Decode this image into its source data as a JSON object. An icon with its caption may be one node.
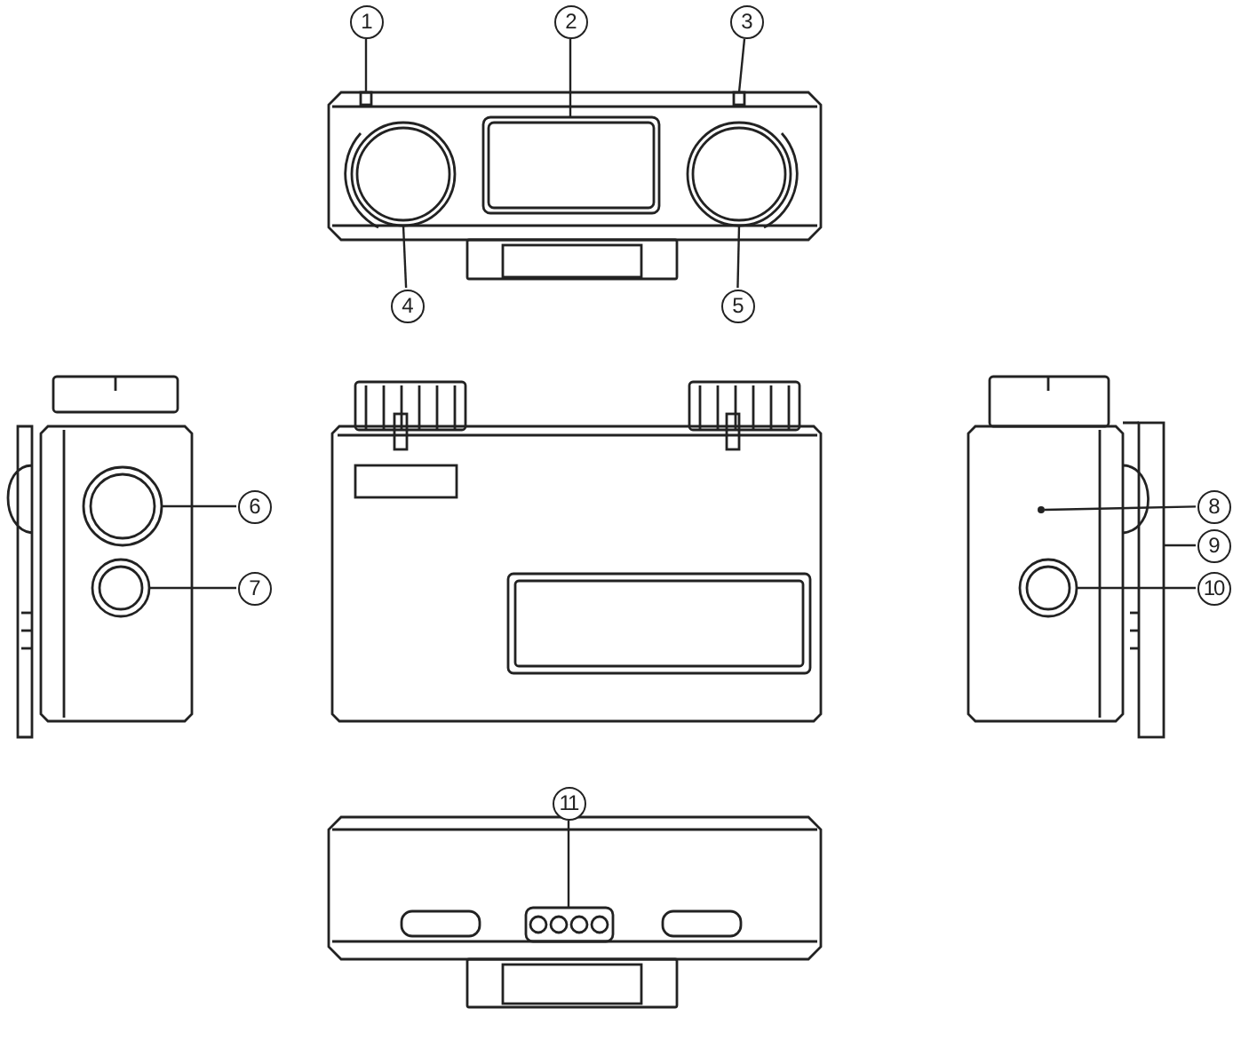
{
  "diagram": {
    "nodes": [
      {
        "text": [
          "1"
        ]
      },
      {
        "text": [
          "2"
        ]
      },
      {
        "text": [
          "3"
        ]
      },
      {
        "text": [
          "4"
        ]
      },
      {
        "text": [
          "5"
        ]
      },
      {
        "text": [
          "6"
        ]
      },
      {
        "text": [
          "7"
        ]
      },
      {
        "text": [
          "8"
        ]
      },
      {
        "text": [
          "9"
        ]
      },
      {
        "text": [
          "10"
        ]
      },
      {
        "text": [
          "11"
        ]
      },
      {
        "text": [],
        "shape": "box"
      },
      {
        "text": [],
        "shape": "box"
      },
      {
        "text": [],
        "shape": "box"
      },
      {
        "text": [],
        "shape": "circle"
      },
      {
        "text": [],
        "shape": "circle"
      },
      {
        "text": [],
        "shape": "circle"
      },
      {
        "text": [],
        "shape": "circle"
      },
      {
        "text": [],
        "shape": "circle"
      },
      {
        "text": [],
        "shape": "bar"
      },
      {
        "text": [],
        "shape": "circle"
      },
      {
        "text": [],
        "shape": "box"
      }
    ],
    "edges": [
      {
        "from": 0,
        "to": 11,
        "arrow": "none"
      },
      {
        "from": 1,
        "to": 12,
        "arrow": "none"
      },
      {
        "from": 2,
        "to": 13,
        "arrow": "none"
      },
      {
        "from": 3,
        "to": 14,
        "arrow": "none"
      },
      {
        "from": 4,
        "to": 15,
        "arrow": "none"
      },
      {
        "from": 5,
        "to": 16,
        "arrow": "none"
      },
      {
        "from": 6,
        "to": 17,
        "arrow": "none"
      },
      {
        "from": 7,
        "to": 18,
        "arrow": "none"
      },
      {
        "from": 8,
        "to": 19,
        "arrow": "none"
      },
      {
        "from": 9,
        "to": 20,
        "arrow": "none"
      },
      {
        "from": 10,
        "to": 21,
        "arrow": "none"
      }
    ]
  }
}
